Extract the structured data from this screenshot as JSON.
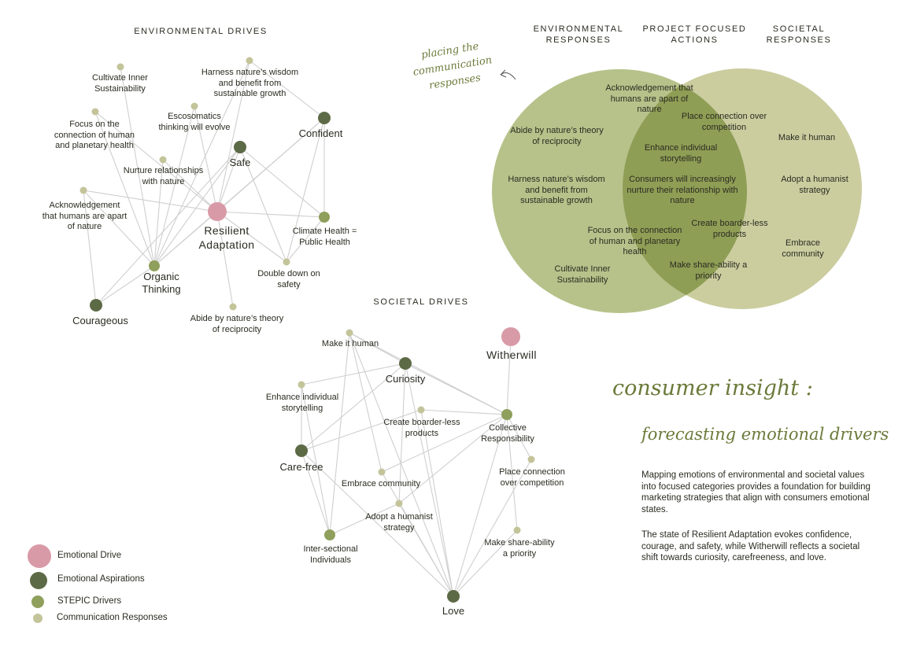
{
  "titles": {
    "env_drives": "ENVIRONMENTAL DRIVES",
    "soc_drives": "SOCIETAL DRIVES",
    "venn_left": "ENVIRONMENTAL\nRESPONSES",
    "venn_mid": "PROJECT FOCUSED\nACTIONS",
    "venn_right": "SOCIETAL\nRESPONSES"
  },
  "colors": {
    "emotional_drive": "#d99aa7",
    "emotional_aspiration": "#5d6a46",
    "stepic_driver": "#8f9f5c",
    "communication_response": "#c4c49a",
    "edge": "#cfcfcf",
    "venn_left": "#a9b775",
    "venn_right": "#c5c895",
    "venn_overlap": "#8e9e55",
    "script_text": "#6b7a3a"
  },
  "env_network": {
    "resilient": "Resilient\nAdaptation",
    "confident": "Confident",
    "safe": "Safe",
    "climate_health": "Climate Health =\nPublic Health",
    "organic_thinking": "Organic\nThinking",
    "courageous": "Courageous",
    "cultivate": "Cultivate Inner\nSustainability",
    "harness": "Harness nature’s wisdom\nand benefit from\nsustainable growth",
    "escosomatics": "Escosomatics\nthinking will evolve",
    "focus": "Focus on the\nconnection of human\nand planetary health",
    "nurture": "Nurture relationships\nwith nature",
    "acknowledgement": "Acknowledgement\nthat humans are apart\nof nature",
    "double_down": "Double down on\nsafety",
    "abide": "Abide by nature’s theory\nof reciprocity"
  },
  "soc_network": {
    "witherwill": "Witherwill",
    "curiosity": "Curiosity",
    "care_free": "Care-free",
    "love": "Love",
    "collective": "Collective\nResponsibility",
    "intersectional": "Inter-sectional\nIndividuals",
    "make_human": "Make it human",
    "enhance": "Enhance individual\nstorytelling",
    "boarder_less": "Create boarder-less\nproducts",
    "embrace": "Embrace community",
    "humanist": "Adopt a humanist\nstrategy",
    "place_connection": "Place connection\nover competition",
    "share_ability": "Make share-ability\na priority"
  },
  "venn": {
    "left_1": "Abide by nature’s theory\nof reciprocity",
    "left_2": "Harness nature’s wisdom\nand benefit from\nsustainable growth",
    "left_3": "Cultivate Inner\nSustainability",
    "mid_1": "Acknowledgement that\nhumans are apart of\nnature",
    "mid_2": "Place connection over\ncompetition",
    "mid_3": "Enhance individual\nstorytelling",
    "mid_4": "Consumers will increasingly\nnurture their relationship with\nnature",
    "mid_5": "Create boarder-less\nproducts",
    "mid_6": "Focus on the connection\nof human and planetary\nhealth",
    "mid_7": "Make share-ability a\npriority",
    "right_1": "Make it human",
    "right_2": "Adopt a humanist\nstrategy",
    "right_3": "Embrace\ncommunity"
  },
  "annotation": "placing the\ncommunication\nresponses",
  "insight": {
    "heading": "consumer insight :",
    "subheading": "forecasting emotional drivers",
    "para1": "Mapping emotions of environmental and societal values into focused categories provides a foundation for building marketing strategies that align with consumers emotional states.",
    "para2": "The state of Resilient Adaptation evokes confidence, courage, and safety, while Witherwill reflects a societal shift towards curiosity, carefreeness, and love."
  },
  "legend": {
    "emotional_drive": "Emotional Drive",
    "emotional_aspirations": "Emotional Aspirations",
    "stepic_drivers": "STEPIC Drivers",
    "communication_responses": "Communication Responses"
  }
}
